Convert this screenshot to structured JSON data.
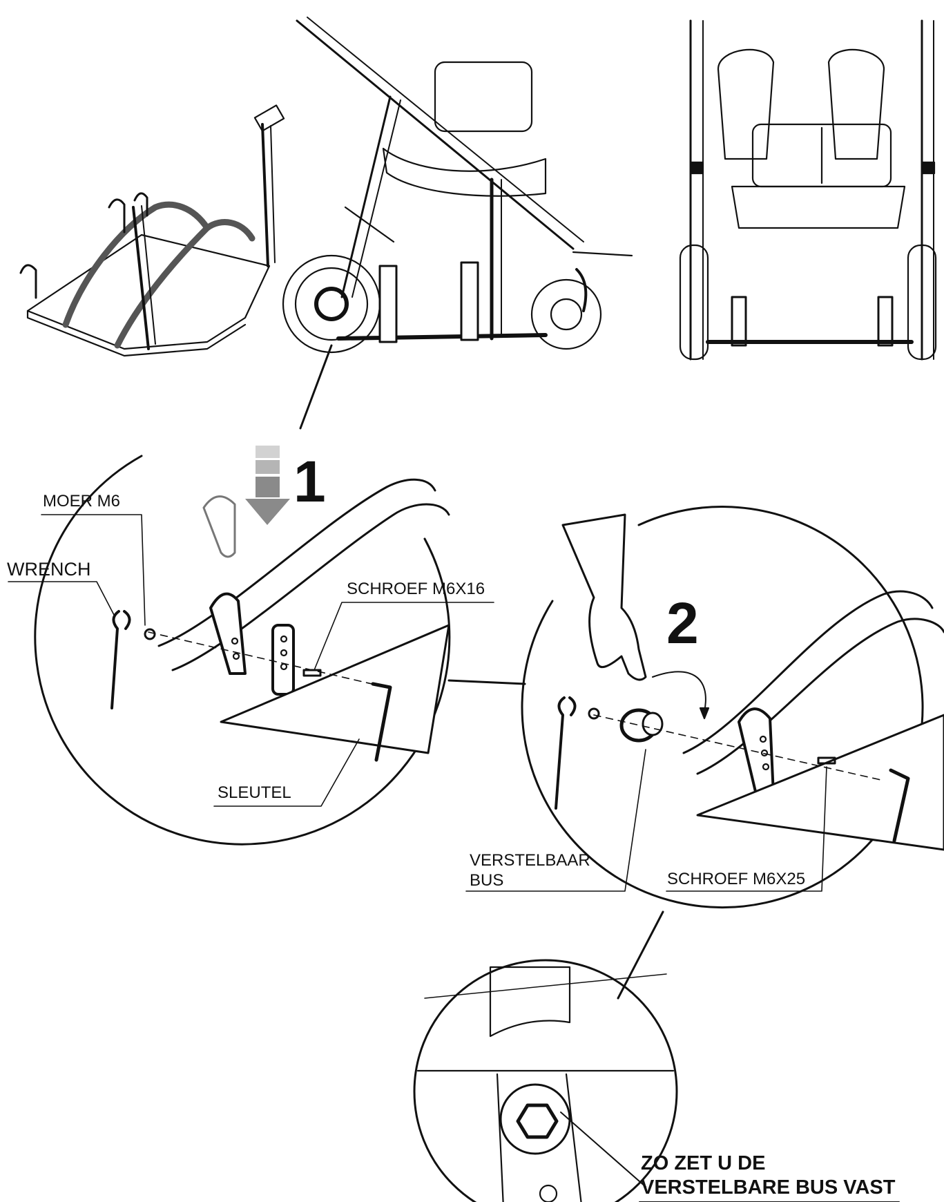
{
  "steps": {
    "step1": "1",
    "step2": "2"
  },
  "labels": {
    "moer": "MOER M6",
    "wrench": "WRENCH",
    "schroef16": "SCHROEF M6X16",
    "sleutel": "SLEUTEL",
    "verstelbaar_line1": "VERSTELBAAR",
    "verstelbaar_line2": "BUS",
    "schroef25": "SCHROEF M6X25"
  },
  "note": {
    "line1": "ZO ZET U DE",
    "line2": "VERSTELBARE BUS VAST"
  },
  "colors": {
    "ink": "#111111",
    "arrow": "#8a8a8a",
    "paper": "#ffffff"
  },
  "icons": [
    "wrench-icon",
    "nut-icon",
    "screw-icon",
    "allen-key-icon",
    "bushing-icon",
    "hand-icon",
    "hex-nut-icon",
    "down-arrow-icon"
  ]
}
